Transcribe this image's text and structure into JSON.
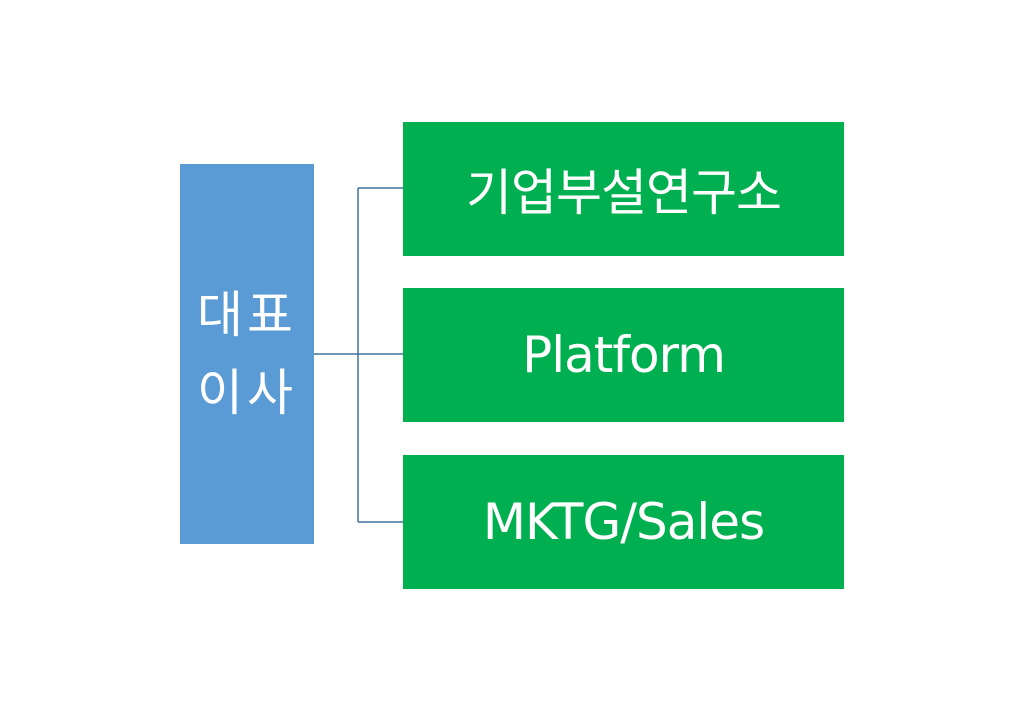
{
  "root": {
    "line1": "대표",
    "line2": "이사"
  },
  "departments": [
    {
      "label": "기업부설연구소"
    },
    {
      "label": "Platform"
    },
    {
      "label": "MKTG/Sales"
    }
  ],
  "colors": {
    "root_fill": "#5b9bd5",
    "department_fill": "#00b050",
    "connector": "#41719c",
    "text": "#ffffff"
  }
}
